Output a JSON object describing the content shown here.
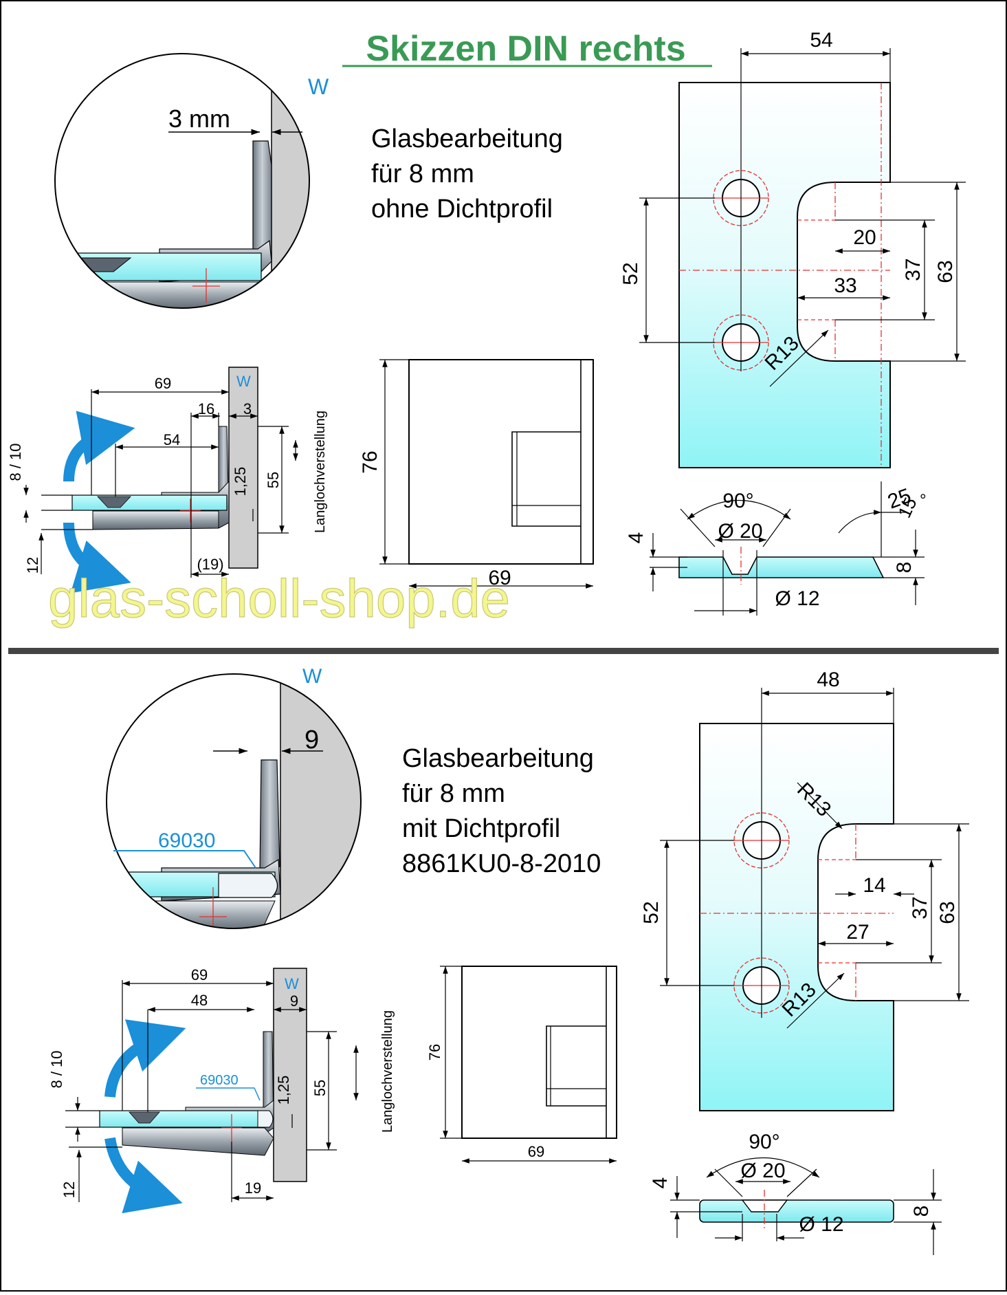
{
  "header": {
    "title": "Skizzen DIN rechts"
  },
  "watermark": "glas-scholl-shop.de",
  "colors": {
    "title": "#3a9a55",
    "watermark_fill": "#f4f68e",
    "accent_blue": "#1b8fd8",
    "glass_top": "#ffffff",
    "glass_bottom": "#8ff4f6",
    "separator": "#444444",
    "wall_gray": "#c8c8c8"
  },
  "top": {
    "wall_label": "W",
    "detail_gap": "3 mm",
    "caption": [
      "Glasbearbeitung",
      "für 8 mm",
      "ohne Dichtprofil"
    ],
    "side_view": {
      "wall_label": "W",
      "d69": "69",
      "d16": "16",
      "d3": "3",
      "d54": "54",
      "d810": "8 / 10",
      "d125": "1,25",
      "d55": "55",
      "d12": "12",
      "d19": "(19)",
      "slot": "Langlochverstellung"
    },
    "front_view": {
      "height": "76",
      "width": "69"
    },
    "glass": {
      "d54": "54",
      "d52": "52",
      "d20": "20",
      "d33": "33",
      "d37": "37",
      "d63": "63",
      "radius": "R13",
      "angle": "90°",
      "bore_top": "Ø 20",
      "bore_bottom": "Ø 12",
      "d4": "4",
      "d8": "8",
      "bevel_25": "25",
      "bevel_15": "15",
      "bevel_deg": "°"
    }
  },
  "bottom": {
    "wall_label": "W",
    "detail_gap": "9",
    "profile_code": "69030",
    "caption": [
      "Glasbearbeitung",
      "für 8 mm",
      "mit Dichtprofil",
      "8861KU0-8-2010"
    ],
    "side_view": {
      "wall_label": "W",
      "d69": "69",
      "d48": "48",
      "d9": "9",
      "profile": "69030",
      "d810": "8 / 10",
      "d125": "1,25",
      "d55": "55",
      "d12": "12",
      "d19": "19",
      "slot": "Langlochverstellung"
    },
    "front_view": {
      "height": "76",
      "width": "69"
    },
    "glass": {
      "d48": "48",
      "d52": "52",
      "d14": "14",
      "d27": "27",
      "d37": "37",
      "d63": "63",
      "radius_top": "R13",
      "radius_bottom": "R13",
      "angle": "90°",
      "bore_top": "Ø 20",
      "bore_bottom": "Ø 12",
      "d4": "4",
      "d8": "8"
    }
  }
}
